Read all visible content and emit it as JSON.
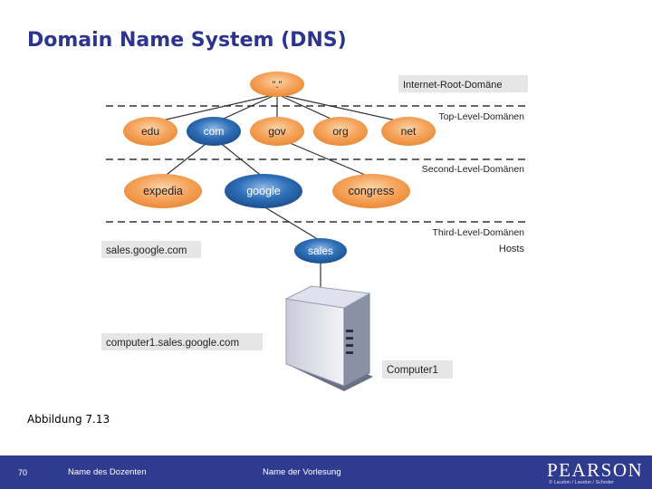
{
  "slide": {
    "title": "Domain Name System (DNS)",
    "caption": "Abbildung 7.13"
  },
  "diagram": {
    "root_node": "\".\"",
    "tld_nodes": [
      "edu",
      "com",
      "gov",
      "org",
      "net"
    ],
    "sld_nodes": [
      "expedia",
      "google",
      "congress"
    ],
    "third_node": "sales",
    "level_labels": {
      "root": "Internet-Root-Domäne",
      "tld": "Top-Level-Domänen",
      "sld": "Second-Level-Domänen",
      "third": "Third-Level-Domänen",
      "hosts": "Hosts"
    },
    "address_labels": {
      "sales": "sales.google.com",
      "computer": "computer1.sales.google.com",
      "host": "Computer1"
    },
    "colors": {
      "orange_node": "#f5a55e",
      "blue_node": "#2e6fb8",
      "label_box": "#e6e6e6",
      "footer": "#2e3b8f",
      "title": "#2b3590"
    }
  },
  "footer": {
    "page_number": "70",
    "lecturer": "Name des Dozenten",
    "course": "Name der Vorlesung",
    "logo": "PEARSON",
    "copyright": "© Laudon / Laudon / Schoder"
  }
}
